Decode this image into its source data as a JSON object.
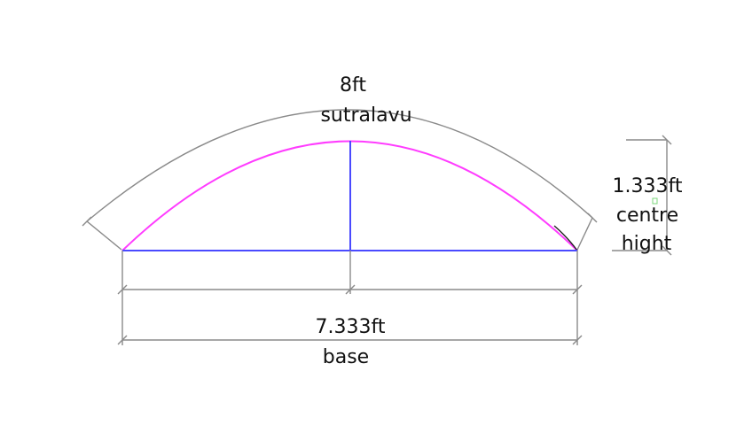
{
  "labels": {
    "arc_length_value": "8ft",
    "arc_length_name": "sutralavu",
    "height_value": "1.333ft",
    "height_name_line1": "centre",
    "height_name_line2": "hight",
    "base_value": "7.333ft",
    "base_name": "base"
  },
  "colors": {
    "arc": "#ff3cff",
    "base_and_rise": "#4a4aff",
    "dimension_lines": "#8a8a8a",
    "text": "#111111"
  }
}
